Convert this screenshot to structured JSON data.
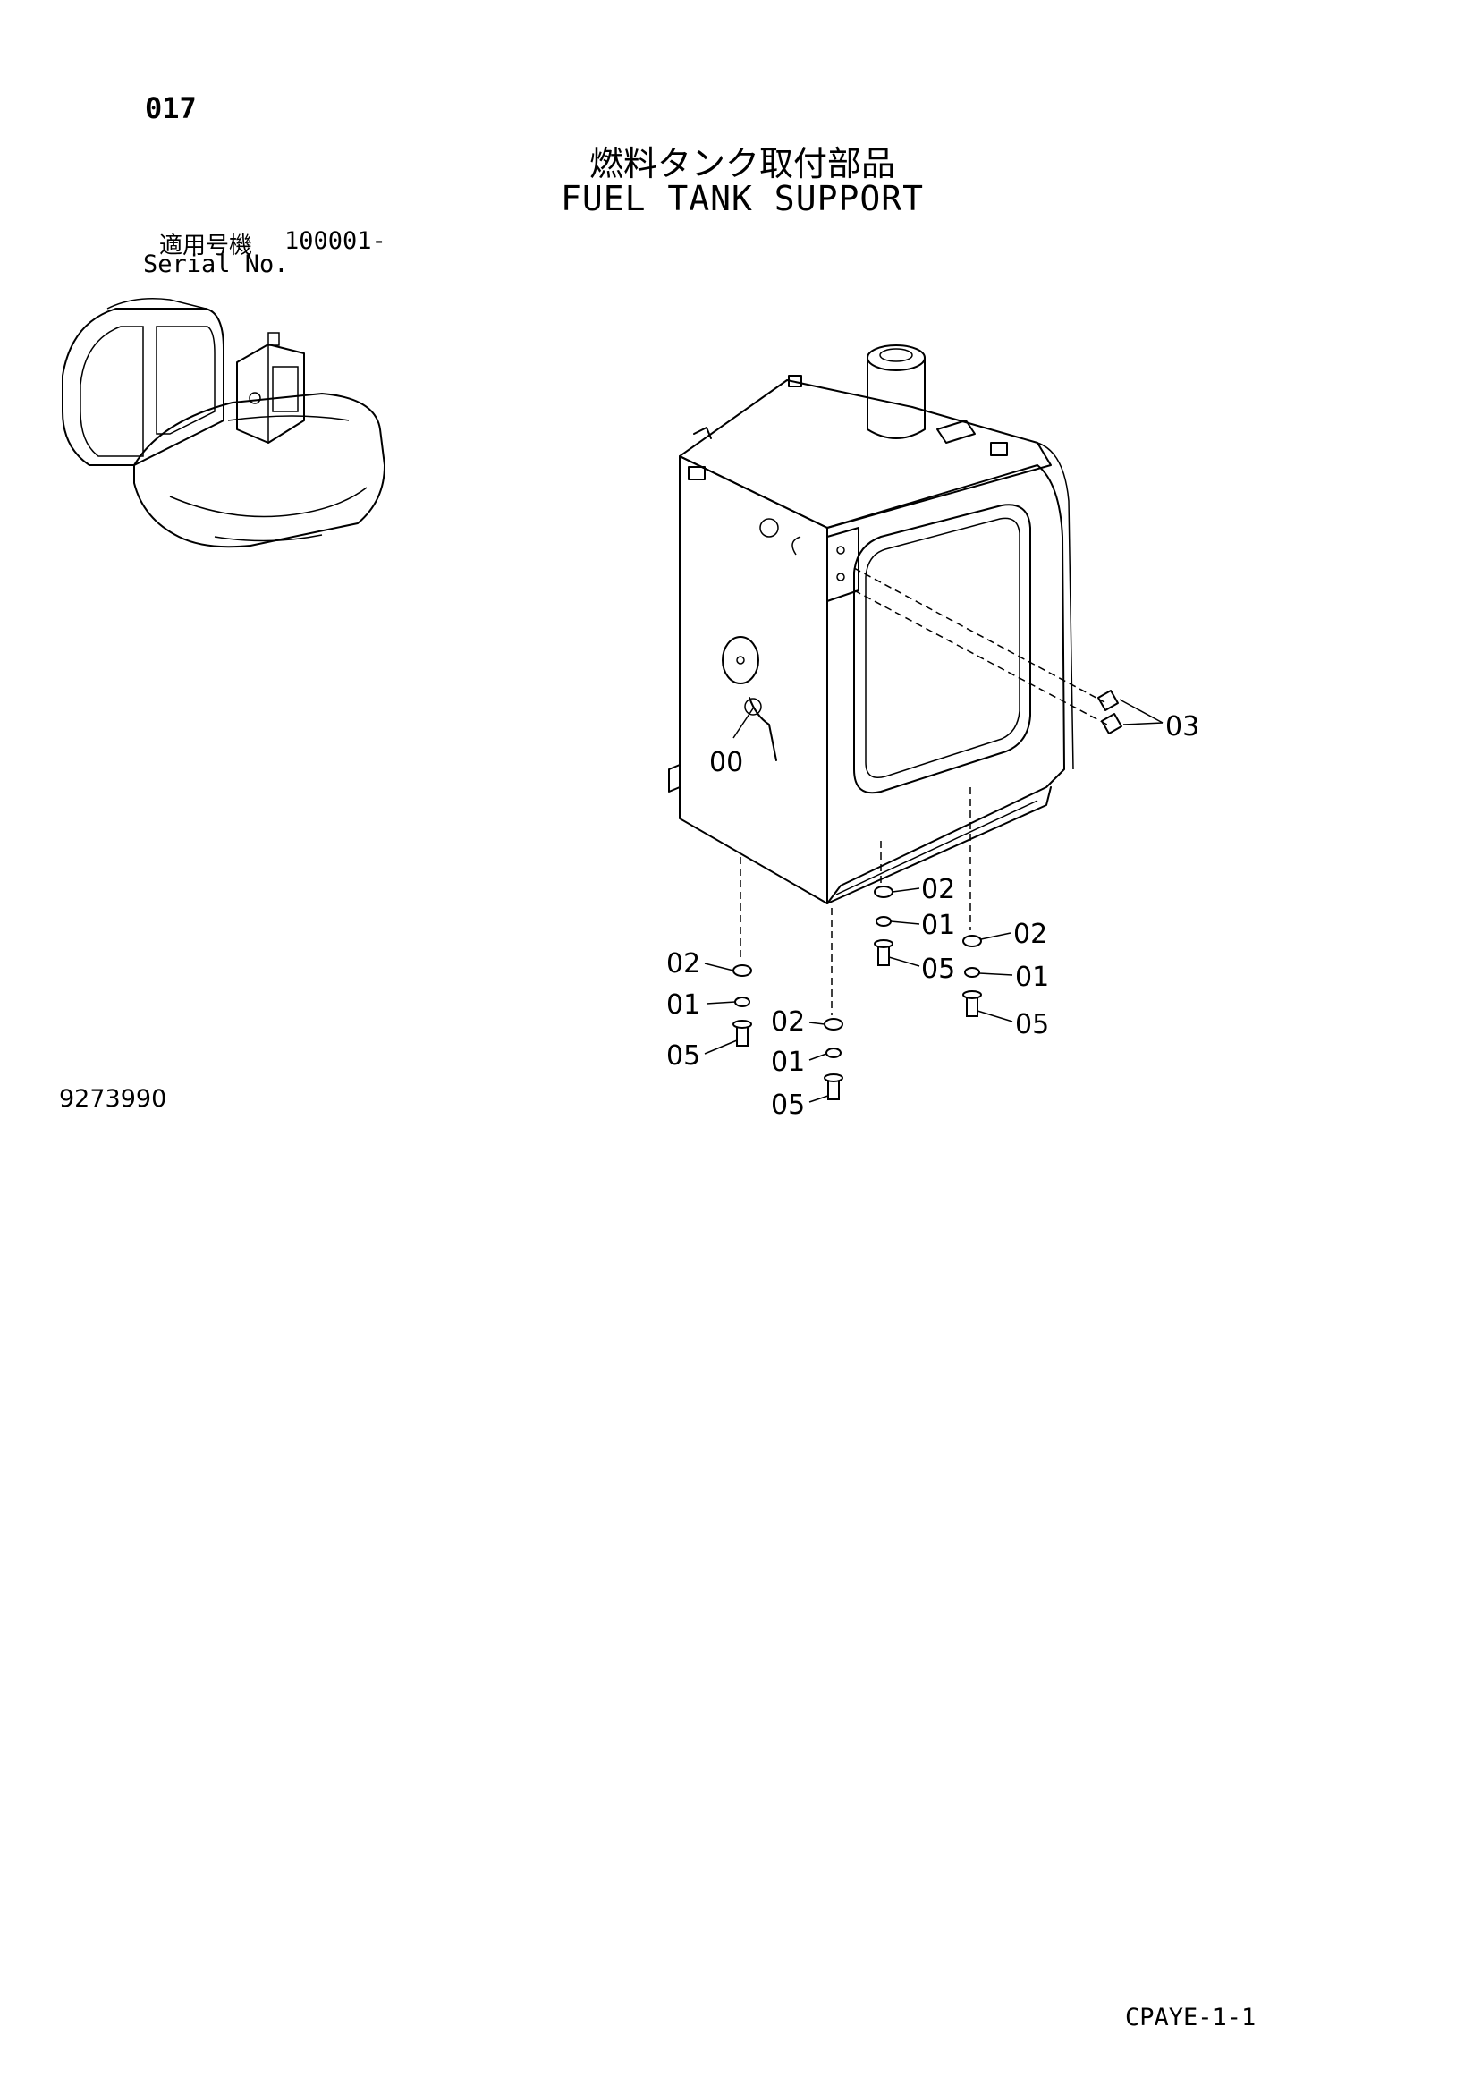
{
  "page_number": "017",
  "title_ja": "燃料タンク取付部品",
  "title_en": "FUEL TANK SUPPORT",
  "serial": {
    "label_ja": "適用号機",
    "range": "100001-",
    "label_en": "Serial No."
  },
  "drawing_number": "9273990",
  "sheet_code": "CPAYE-1-1",
  "callouts": [
    {
      "id": "c00",
      "text": "00"
    },
    {
      "id": "c03",
      "text": "03"
    },
    {
      "id": "c02a",
      "text": "02"
    },
    {
      "id": "c01a",
      "text": "01"
    },
    {
      "id": "c05a",
      "text": "05"
    },
    {
      "id": "c02b",
      "text": "02"
    },
    {
      "id": "c01b",
      "text": "01"
    },
    {
      "id": "c05b",
      "text": "05"
    },
    {
      "id": "c02c",
      "text": "02"
    },
    {
      "id": "c01c",
      "text": "01"
    },
    {
      "id": "c05c",
      "text": "05"
    },
    {
      "id": "c02d",
      "text": "02"
    },
    {
      "id": "c01d",
      "text": "01"
    },
    {
      "id": "c05d",
      "text": "05"
    }
  ]
}
